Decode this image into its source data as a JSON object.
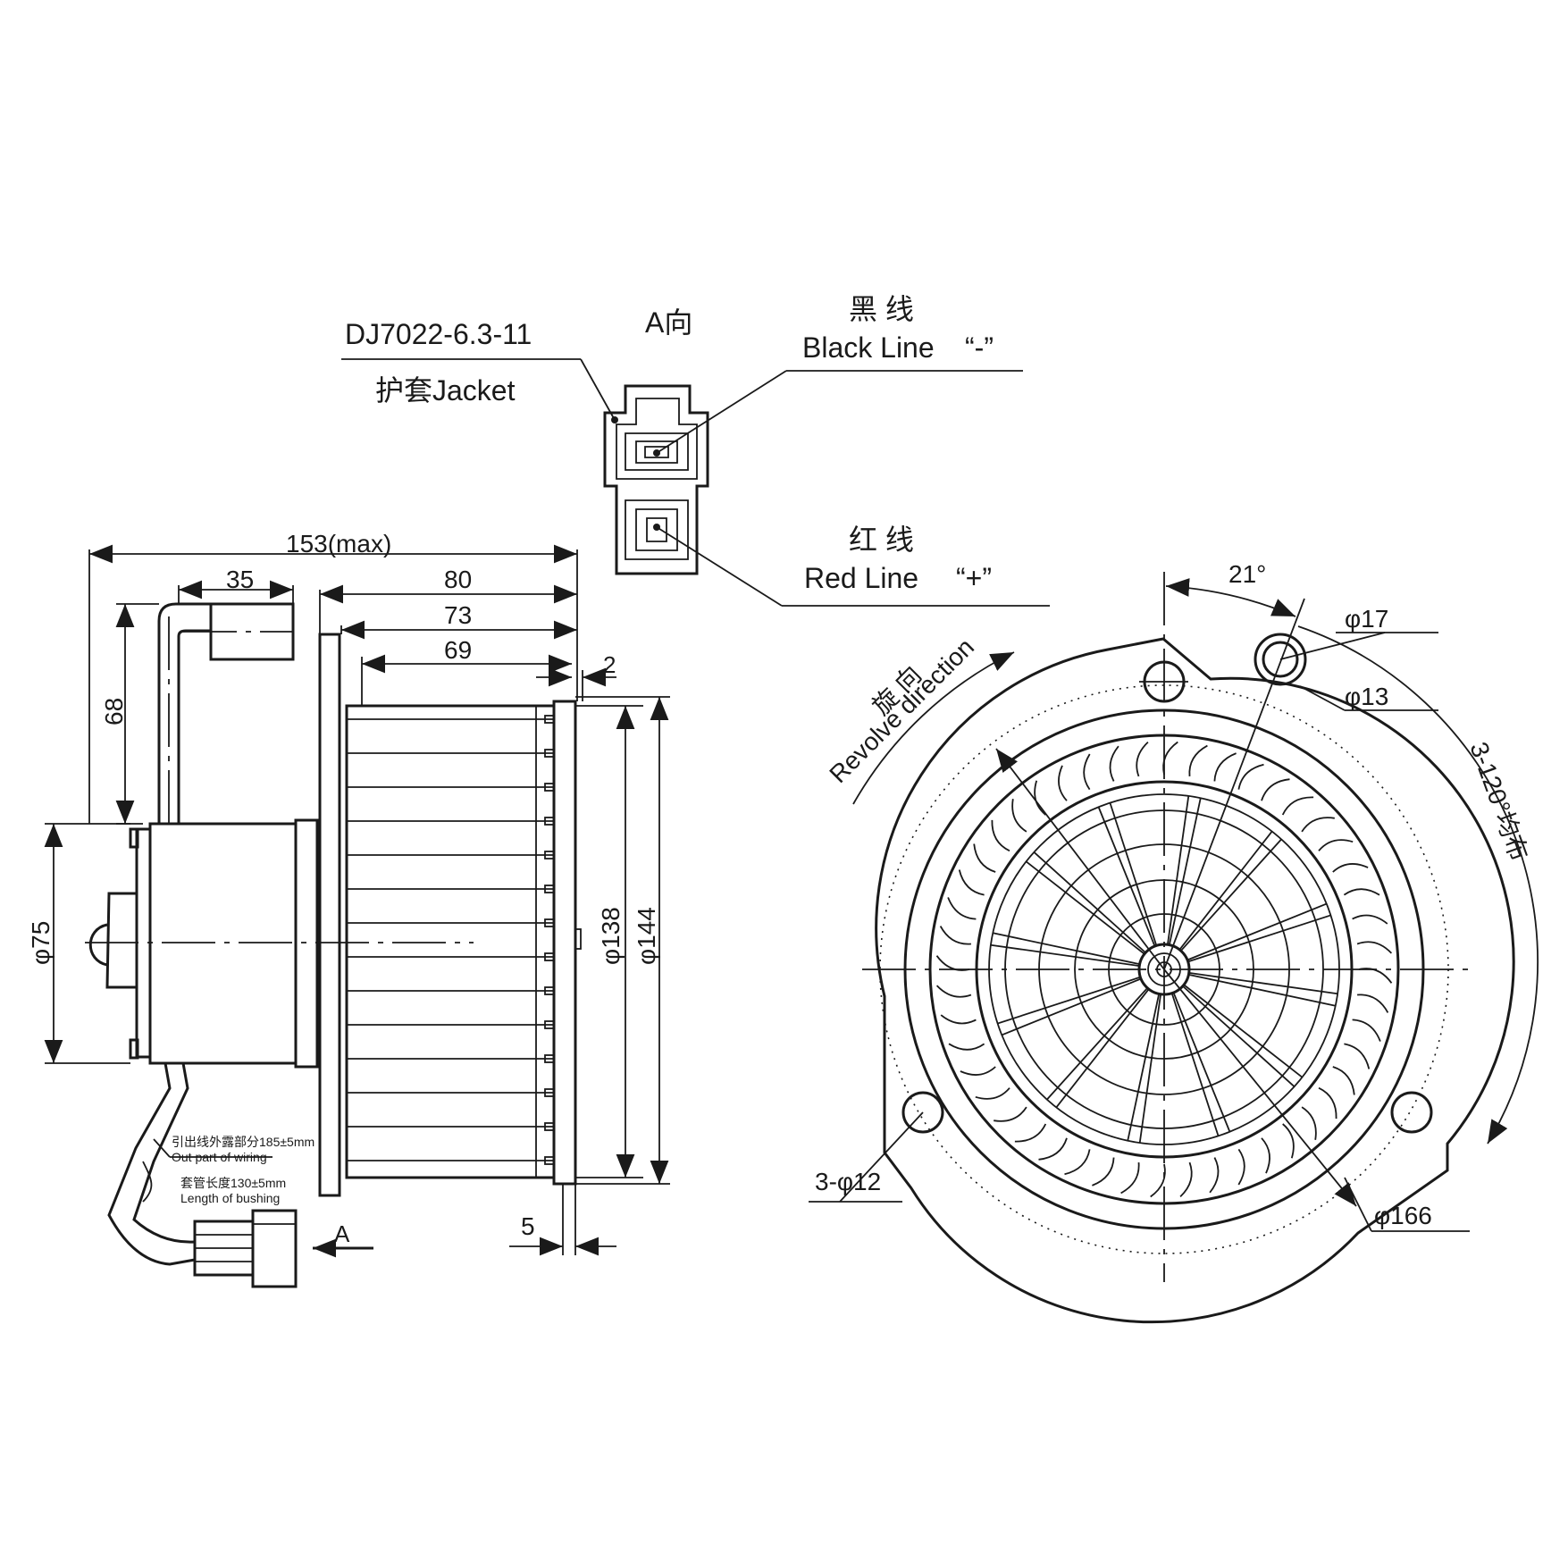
{
  "connector": {
    "part_number": "DJ7022-6.3-11",
    "jacket_label": "护套Jacket",
    "view_label": "A向",
    "black_line_cn": "黑 线",
    "black_line_en": "Black Line",
    "black_line_sign": "“-”",
    "red_line_cn": "红 线",
    "red_line_en": "Red Line",
    "red_line_sign": "“+”"
  },
  "side_view": {
    "dim_overall": "153(max)",
    "dim_35": "35",
    "dim_80": "80",
    "dim_73": "73",
    "dim_69": "69",
    "dim_2": "2",
    "dim_68": "68",
    "dim_75": "φ75",
    "dim_138": "φ138",
    "dim_144": "φ144",
    "dim_5": "5",
    "view_arrow_label": "A",
    "wiring_cn": "引出线外露部分185±5mm",
    "wiring_en": "Out part of wiring",
    "bushing_cn": "套管长度130±5mm",
    "bushing_en": "Length of bushing"
  },
  "front_view": {
    "angle_21": "21°",
    "dim_17": "φ17",
    "dim_13": "φ13",
    "pattern_label": "3-120°均布",
    "rotation_cn": "旋 向",
    "rotation_en": "Revolve direction",
    "holes_label": "3-φ12",
    "dim_166": "φ166"
  }
}
